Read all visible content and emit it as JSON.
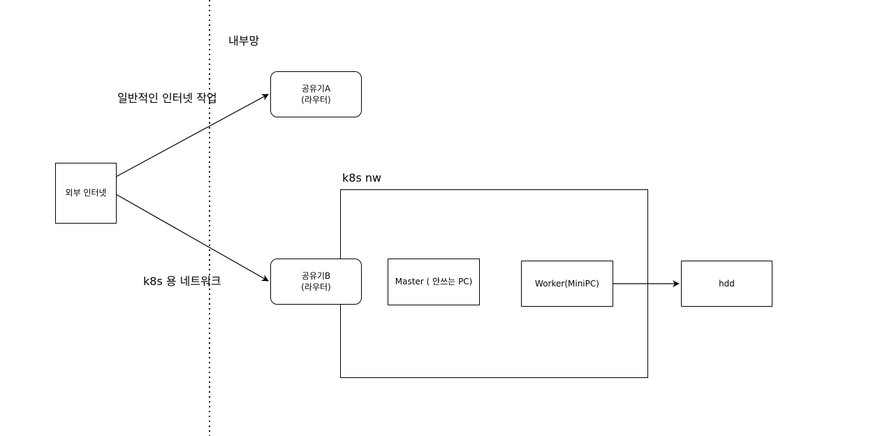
{
  "zones": {
    "internal_network": "내부망"
  },
  "edges": {
    "general_internet": "일반적인 인터넷 작업",
    "k8s_network": "k8s 용 네트워크"
  },
  "nodes": {
    "external_internet": "외부 인터넷",
    "router_a": {
      "line1": "공유기A",
      "line2": "(라우터)"
    },
    "router_b": {
      "line1": "공유기B",
      "line2": "(라우터)"
    },
    "master": "Master ( 안쓰는 PC)",
    "worker": "Worker(MiniPC)",
    "hdd": "hdd"
  },
  "groups": {
    "k8s_nw": "k8s nw"
  },
  "colors": {
    "stroke": "#000000",
    "background": "#ffffff"
  }
}
